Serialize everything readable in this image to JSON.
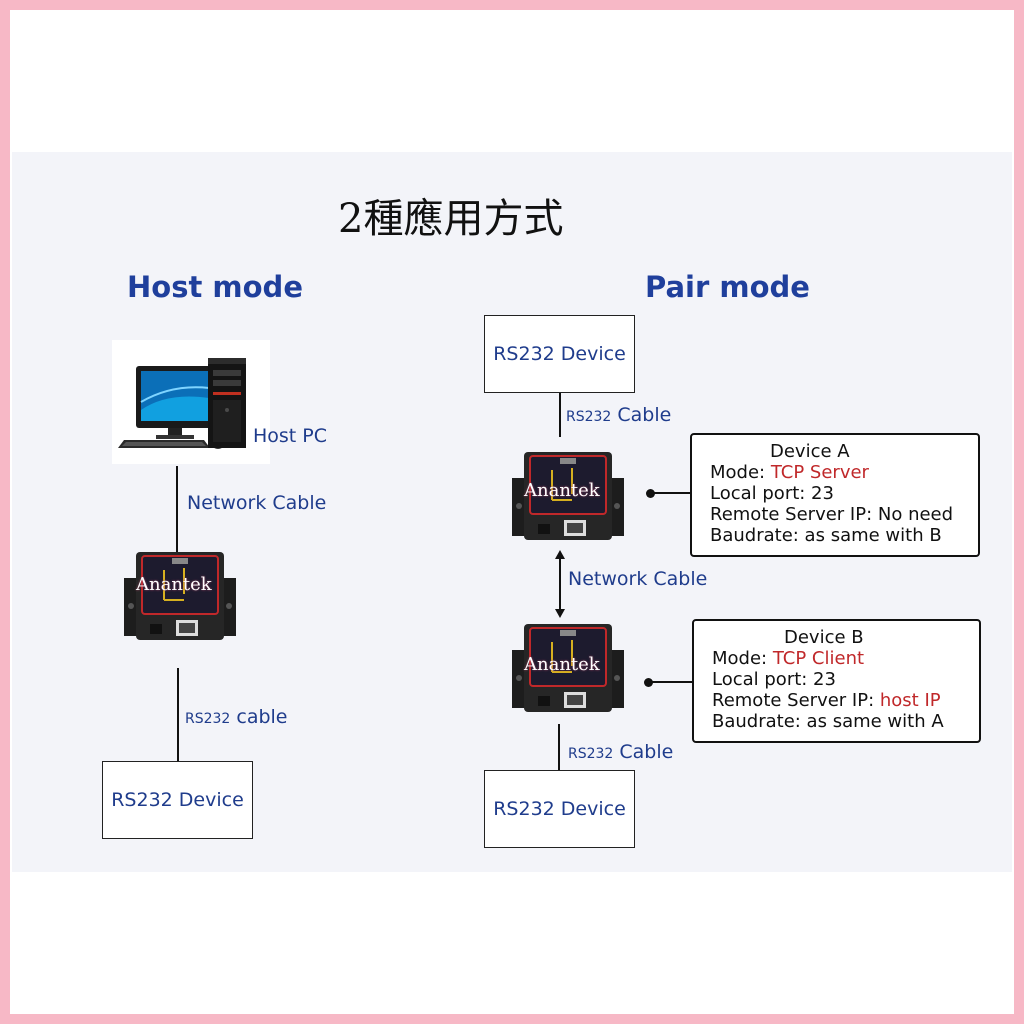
{
  "title": "2種應用方式",
  "host_mode": {
    "heading": "Host mode",
    "host_pc_label": "Host PC",
    "network_cable_label": "Network Cable",
    "adapter_brand": "Anantek",
    "rs232_cable_prefix": "RS232",
    "rs232_cable_suffix": " cable",
    "device_prefix": "RS232",
    "device_suffix": " Device"
  },
  "pair_mode": {
    "heading": "Pair mode",
    "top_device_prefix": "RS232",
    "top_device_suffix": " Device",
    "top_cable_prefix": "RS232",
    "top_cable_suffix": " Cable",
    "adapter_a_brand": "Anantek",
    "network_cable_label": "Network Cable",
    "adapter_b_brand": "Anantek",
    "bottom_cable_prefix": "RS232",
    "bottom_cable_suffix": " Cable",
    "bottom_device_prefix": "RS232",
    "bottom_device_suffix": " Device",
    "device_a": {
      "name": "Device A",
      "mode_label": "Mode:  ",
      "mode_value": "TCP Server",
      "local_port": "Local port:  23",
      "remote_label": "Remote Server IP: ",
      "remote_value": "No need",
      "baudrate": "Baudrate:  as same with B"
    },
    "device_b": {
      "name": "Device B",
      "mode_label": "Mode:  ",
      "mode_value": "TCP Client",
      "local_port": "Local port:  23",
      "remote_label": "Remote Server IP: ",
      "remote_value": "host IP",
      "baudrate": "Baudrate:  as same with A"
    }
  },
  "colors": {
    "frame": "#f7b8c6",
    "heading_blue": "#1f3f9c",
    "label_blue": "#1f3c8c",
    "accent_red": "#c0282a"
  }
}
